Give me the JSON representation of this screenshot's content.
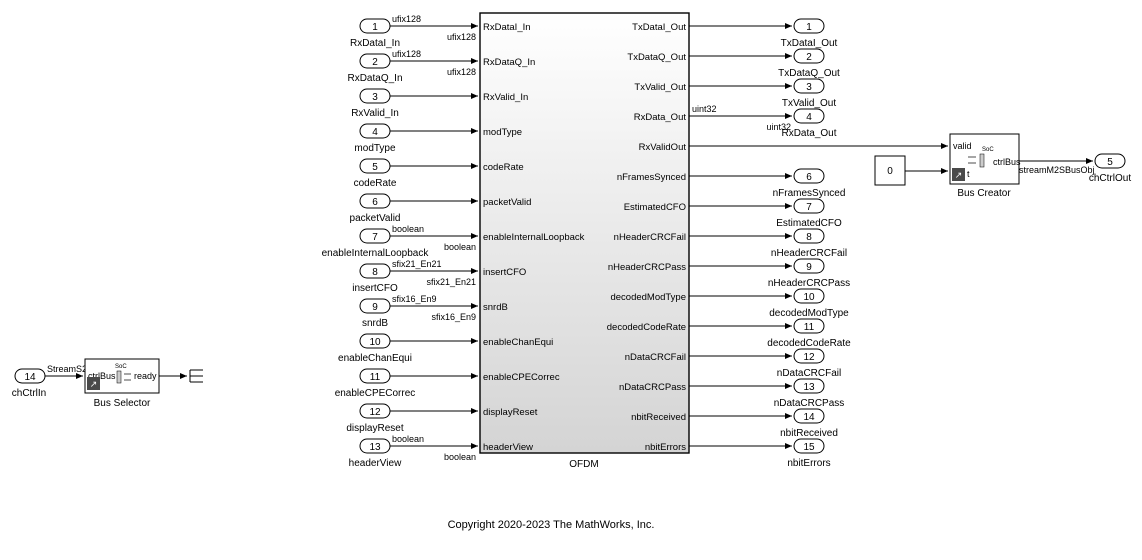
{
  "ofdm": {
    "name": "OFDM",
    "inputs": [
      {
        "num": "1",
        "name": "RxDataI_In",
        "port": "RxDataI_In",
        "type_above": "ufix128",
        "type_below": "ufix128"
      },
      {
        "num": "2",
        "name": "RxDataQ_In",
        "port": "RxDataQ_In",
        "type_above": "ufix128",
        "type_below": "ufix128"
      },
      {
        "num": "3",
        "name": "RxValid_In",
        "port": "RxValid_In",
        "type_above": "",
        "type_below": ""
      },
      {
        "num": "4",
        "name": "modType",
        "port": "modType",
        "type_above": "",
        "type_below": ""
      },
      {
        "num": "5",
        "name": "codeRate",
        "port": "codeRate",
        "type_above": "",
        "type_below": ""
      },
      {
        "num": "6",
        "name": "packetValid",
        "port": "packetValid",
        "type_above": "",
        "type_below": ""
      },
      {
        "num": "7",
        "name": "enableInternalLoopback",
        "port": "enableInternalLoopback",
        "type_above": "boolean",
        "type_below": "boolean"
      },
      {
        "num": "8",
        "name": "insertCFO",
        "port": "insertCFO",
        "type_above": "sfix21_En21",
        "type_below": "sfix21_En21"
      },
      {
        "num": "9",
        "name": "snrdB",
        "port": "snrdB",
        "type_above": "sfix16_En9",
        "type_below": "sfix16_En9"
      },
      {
        "num": "10",
        "name": "enableChanEqui",
        "port": "enableChanEqui",
        "type_above": "",
        "type_below": ""
      },
      {
        "num": "11",
        "name": "enableCPECorrec",
        "port": "enableCPECorrec",
        "type_above": "",
        "type_below": ""
      },
      {
        "num": "12",
        "name": "displayReset",
        "port": "displayReset",
        "type_above": "",
        "type_below": ""
      },
      {
        "num": "13",
        "name": "headerView",
        "port": "headerView",
        "type_above": "boolean",
        "type_below": "boolean"
      }
    ],
    "outputs": [
      {
        "num": "1",
        "name": "TxDataI_Out",
        "port": "TxDataI_Out",
        "type_above": "",
        "type_below": ""
      },
      {
        "num": "2",
        "name": "TxDataQ_Out",
        "port": "TxDataQ_Out",
        "type_above": "",
        "type_below": ""
      },
      {
        "num": "3",
        "name": "TxValid_Out",
        "port": "TxValid_Out",
        "type_above": "",
        "type_below": ""
      },
      {
        "num": "4",
        "name": "RxData_Out",
        "port": "RxData_Out",
        "type_above": "uint32",
        "type_below": "uint32"
      },
      {
        "num": "",
        "name": "",
        "port": "RxValidOut",
        "type_above": "",
        "type_below": ""
      },
      {
        "num": "6",
        "name": "nFramesSynced",
        "port": "nFramesSynced",
        "type_above": "",
        "type_below": ""
      },
      {
        "num": "7",
        "name": "EstimatedCFO",
        "port": "EstimatedCFO",
        "type_above": "",
        "type_below": ""
      },
      {
        "num": "8",
        "name": "nHeaderCRCFail",
        "port": "nHeaderCRCFail",
        "type_above": "",
        "type_below": ""
      },
      {
        "num": "9",
        "name": "nHeaderCRCPass",
        "port": "nHeaderCRCPass",
        "type_above": "",
        "type_below": ""
      },
      {
        "num": "10",
        "name": "decodedModType",
        "port": "decodedModType",
        "type_above": "",
        "type_below": ""
      },
      {
        "num": "11",
        "name": "decodedCodeRate",
        "port": "decodedCodeRate",
        "type_above": "",
        "type_below": ""
      },
      {
        "num": "12",
        "name": "nDataCRCFail",
        "port": "nDataCRCFail",
        "type_above": "",
        "type_below": ""
      },
      {
        "num": "13",
        "name": "nDataCRCPass",
        "port": "nDataCRCPass",
        "type_above": "",
        "type_below": ""
      },
      {
        "num": "14",
        "name": "nbitReceived",
        "port": "nbitReceived",
        "type_above": "",
        "type_below": ""
      },
      {
        "num": "15",
        "name": "nbitErrors",
        "port": "nbitErrors",
        "type_above": "",
        "type_below": ""
      }
    ]
  },
  "bus_creator": {
    "name": "Bus Creator",
    "badge": "SoC",
    "in_valid": "valid",
    "in_t": "t",
    "out_port": "ctrlBus",
    "out_signal": "streamM2SBusObj",
    "const_value": "0",
    "out_num": "5",
    "out_name": "chCtrlOut"
  },
  "bus_selector": {
    "name": "Bus Selector",
    "badge": "SoC",
    "in_port": "ctrlBus",
    "out_port": "ready",
    "in_signal": "StreamS2",
    "in_num": "14",
    "in_name": "chCtrlIn"
  },
  "copyright": "Copyright 2020-2023 The MathWorks, Inc."
}
